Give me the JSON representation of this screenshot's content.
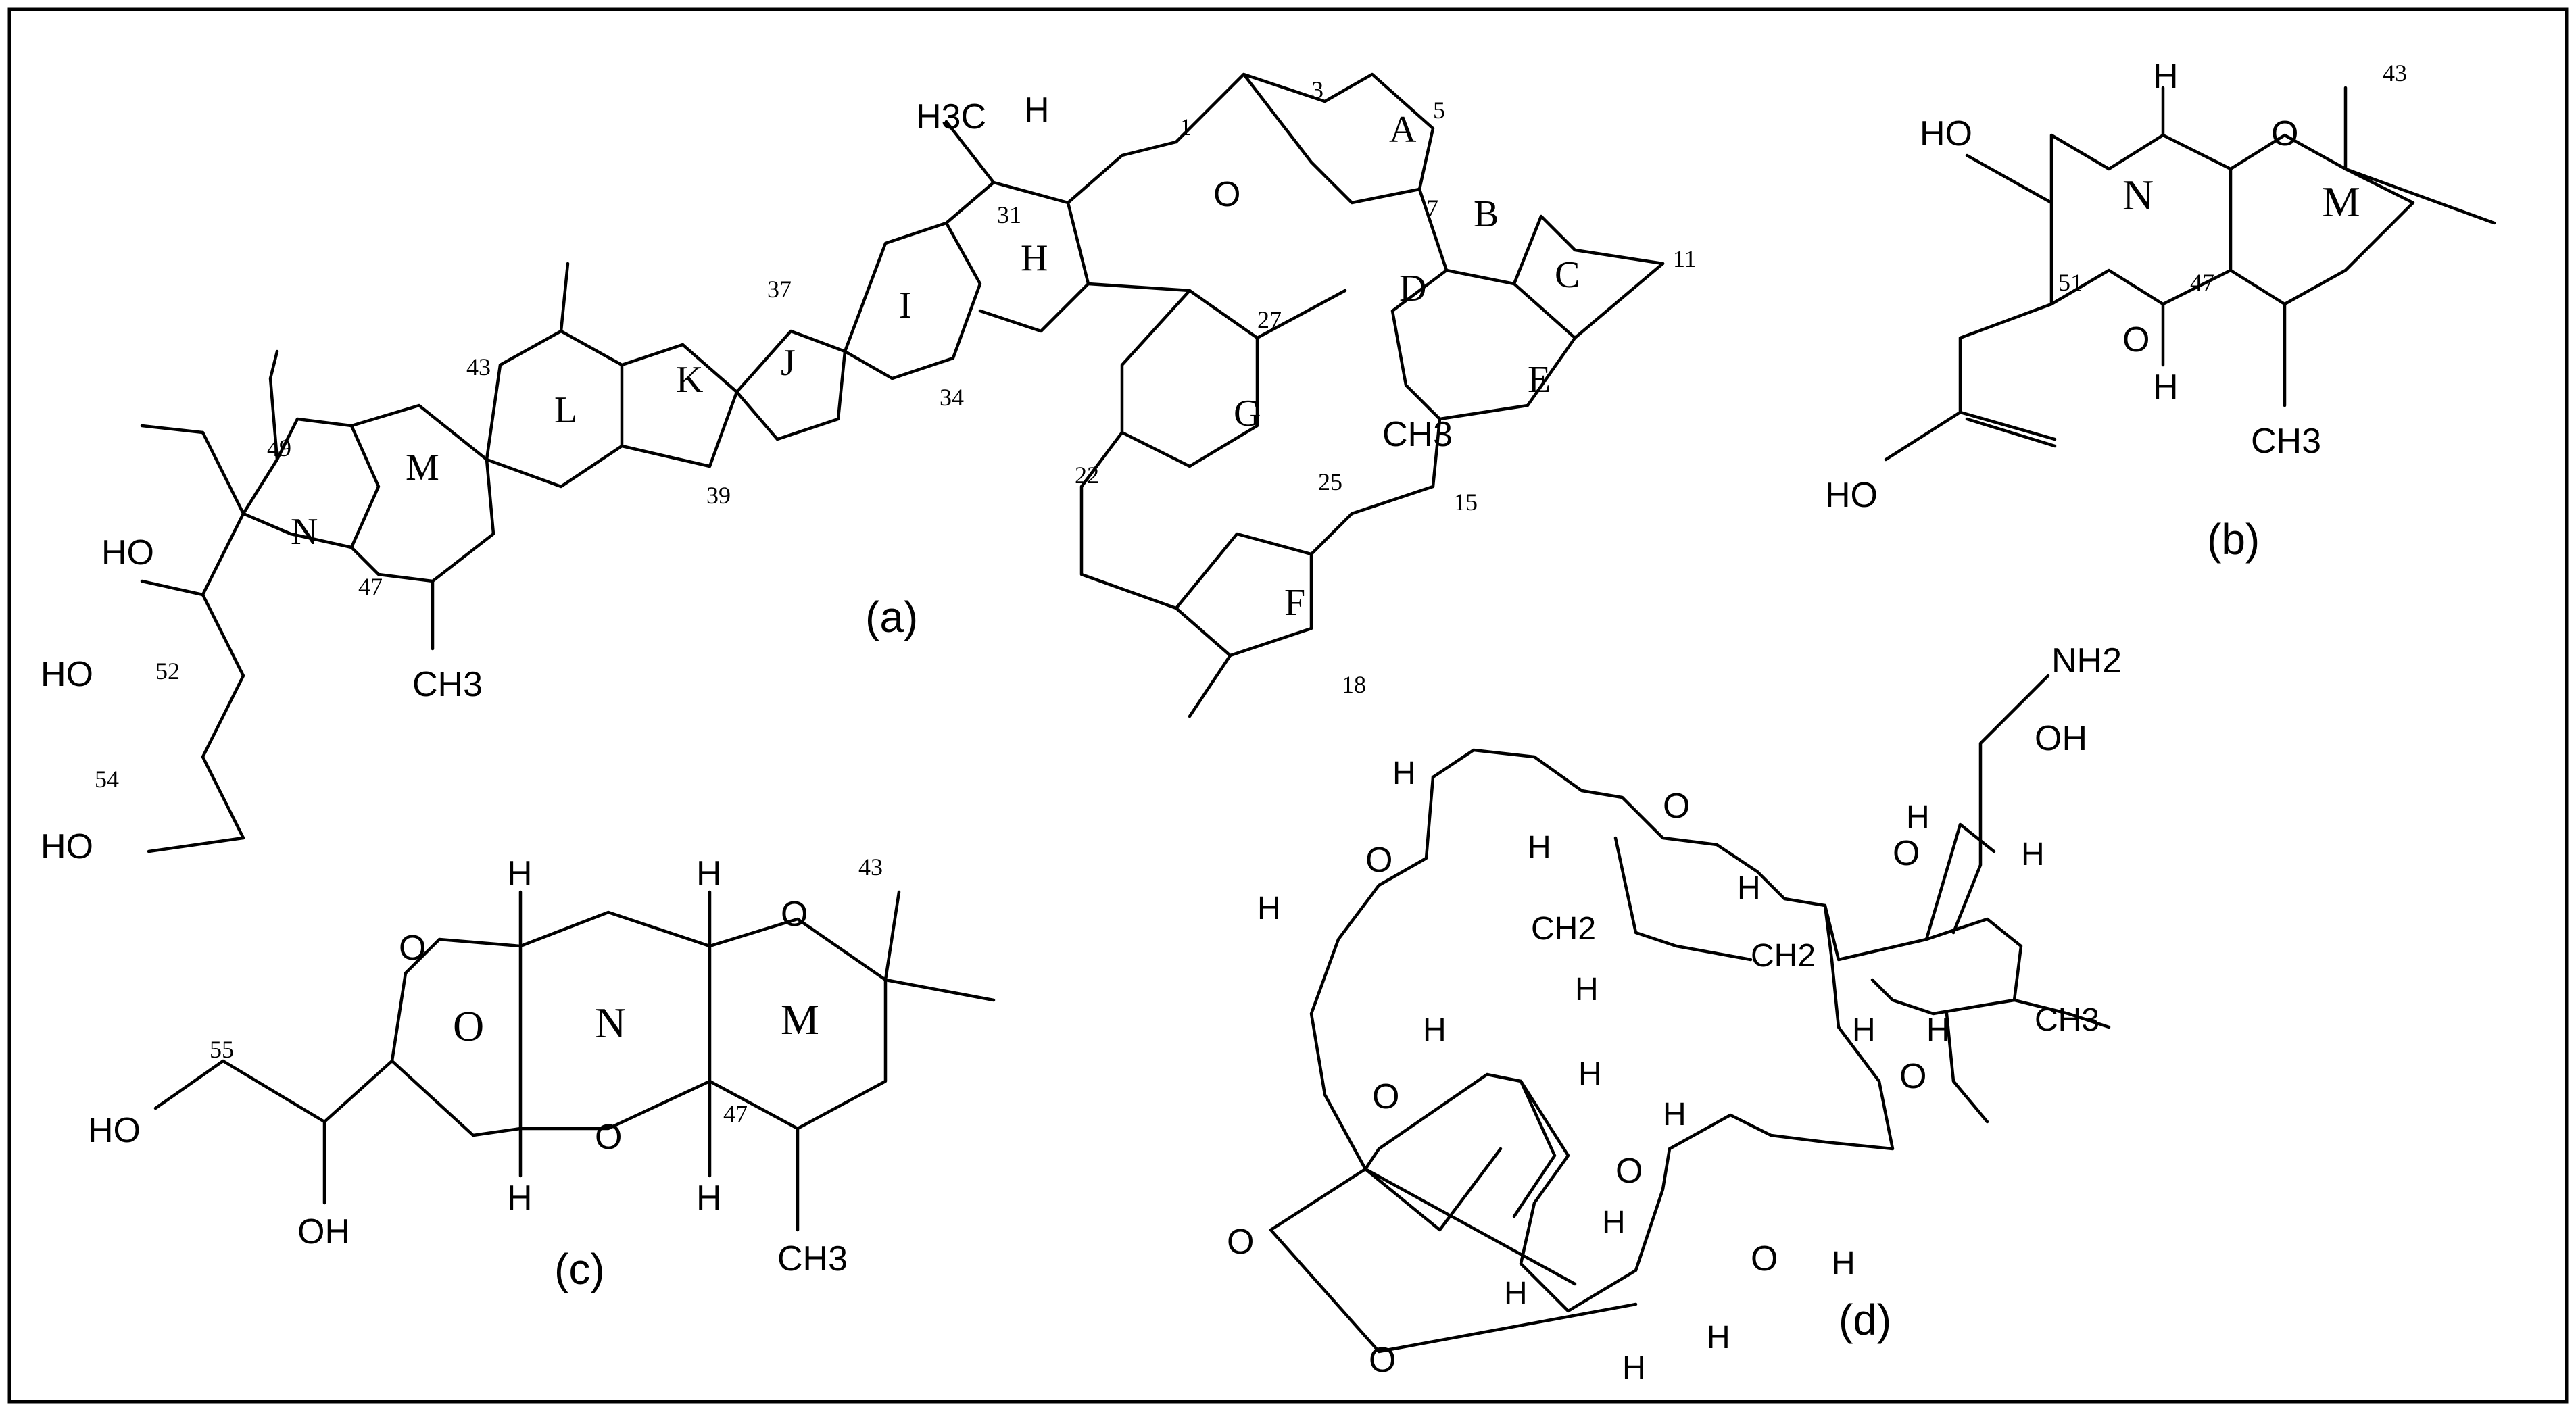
{
  "panels": {
    "a": {
      "label": "(a)",
      "rings": [
        "A",
        "B",
        "C",
        "D",
        "E",
        "F",
        "G",
        "H",
        "I",
        "J",
        "K",
        "L",
        "M",
        "N"
      ],
      "atoms": [
        "H3C",
        "H",
        "HO",
        "HO",
        "HO",
        "CH3",
        "CH3",
        "O"
      ],
      "numbers": [
        "1",
        "3",
        "5",
        "7",
        "11",
        "15",
        "18",
        "22",
        "25",
        "27",
        "31",
        "34",
        "37",
        "39",
        "43",
        "47",
        "49",
        "52",
        "54"
      ]
    },
    "b": {
      "label": "(b)",
      "rings": [
        "N",
        "M"
      ],
      "atoms": [
        "HO",
        "HO",
        "CH3",
        "H",
        "O"
      ],
      "numbers": [
        "43",
        "47",
        "51"
      ]
    },
    "c": {
      "label": "(c)",
      "rings": [
        "O",
        "N",
        "M"
      ],
      "atoms": [
        "HO",
        "OH",
        "CH3",
        "H",
        "O"
      ],
      "numbers": [
        "43",
        "47",
        "55"
      ]
    },
    "d": {
      "label": "(d)",
      "atoms": [
        "NH2",
        "OH",
        "O",
        "CH2",
        "CH3",
        "H"
      ]
    }
  }
}
